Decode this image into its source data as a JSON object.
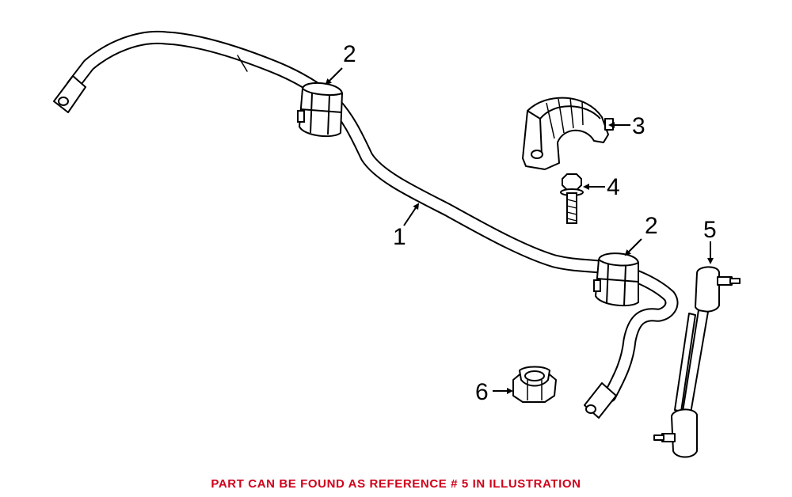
{
  "callouts": {
    "c1": "1",
    "c2a": "2",
    "c2b": "2",
    "c3": "3",
    "c4": "4",
    "c5": "5",
    "c6": "6"
  },
  "caption": "PART CAN BE FOUND AS REFERENCE # 5 IN ILLUSTRATION",
  "colors": {
    "line": "#000000",
    "caption": "#d0021b",
    "background": "#ffffff"
  }
}
